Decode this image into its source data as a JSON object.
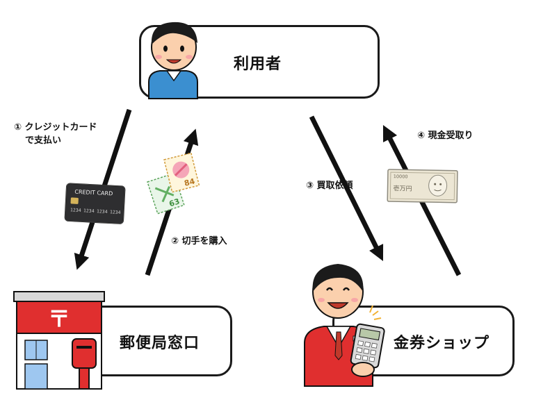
{
  "nodes": {
    "user": {
      "label": "利用者"
    },
    "post_office": {
      "label": "郵便局窓口",
      "sign": "〒"
    },
    "ticket_shop": {
      "label": "金券ショップ"
    }
  },
  "steps": [
    {
      "num": "①",
      "text": "クレジットカード",
      "text2": "で支払い"
    },
    {
      "num": "②",
      "text": "切手を購入"
    },
    {
      "num": "③",
      "text": "買取依頼"
    },
    {
      "num": "④",
      "text": "現金受取り"
    }
  ],
  "illustrations": {
    "credit_card": {
      "label": "CREDIT CARD",
      "numbers": [
        "1234",
        "1234",
        "1234",
        "1234"
      ]
    },
    "stamps": {
      "values": [
        "84",
        "63"
      ]
    },
    "banknote": {
      "text": "10000",
      "denomination": "壱万円"
    }
  }
}
